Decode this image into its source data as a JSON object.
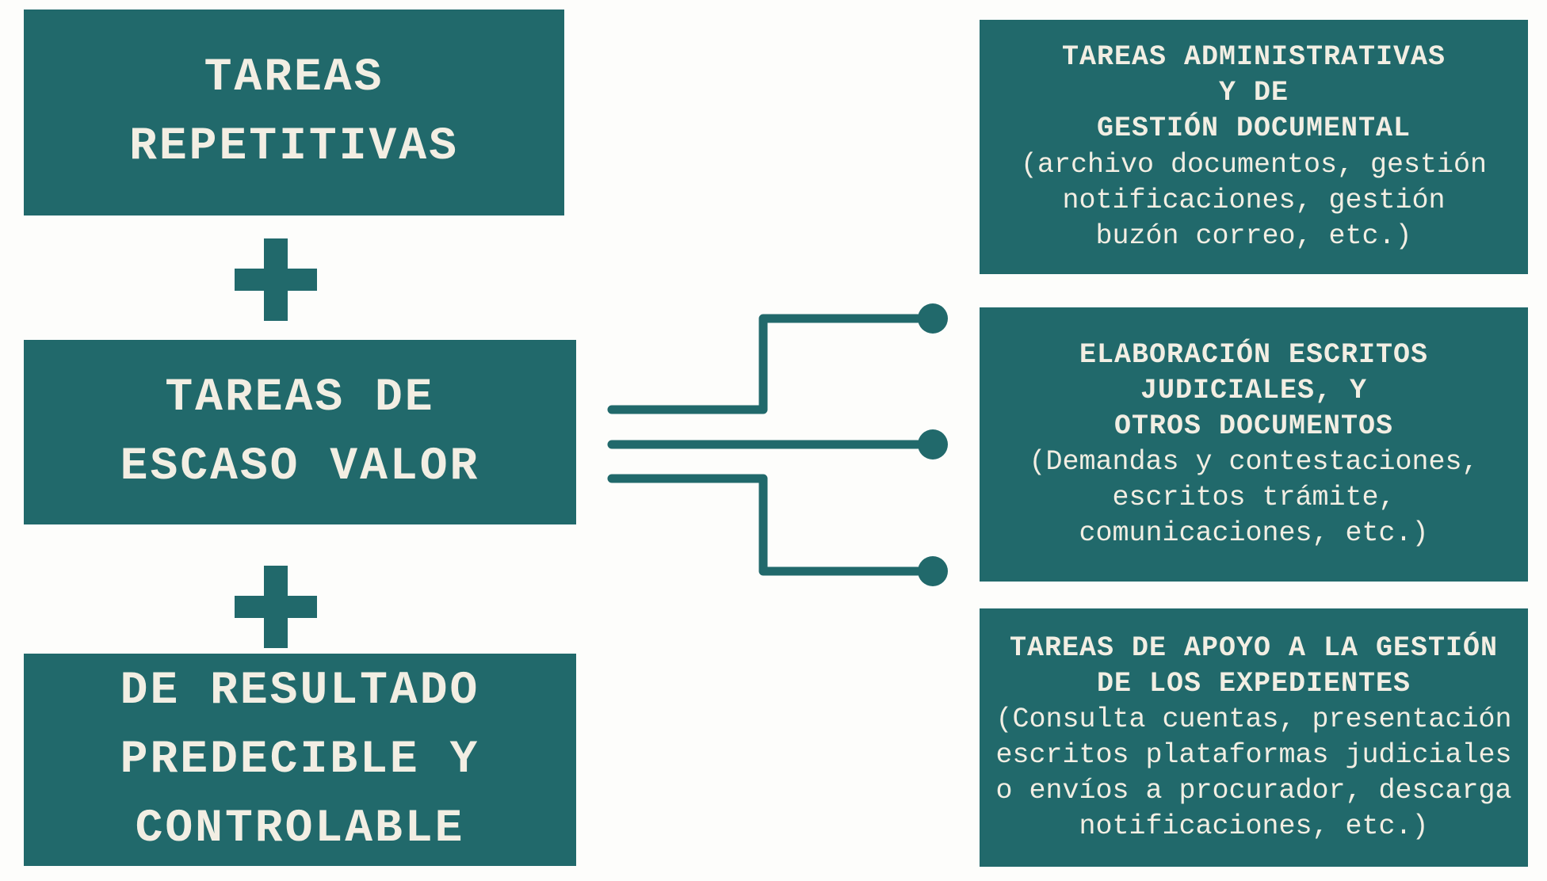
{
  "colors": {
    "teal": "#21696B",
    "cream": "#F2EEE3",
    "background": "#FDFDFB"
  },
  "left_column": {
    "plus_symbol": "+",
    "boxes": [
      {
        "lines": [
          "TAREAS",
          "REPETITIVAS"
        ]
      },
      {
        "lines": [
          "TAREAS DE",
          "ESCASO VALOR"
        ]
      },
      {
        "lines": [
          "DE RESULTADO",
          "PREDECIBLE Y",
          "CONTROLABLE"
        ]
      }
    ]
  },
  "right_column": {
    "boxes": [
      {
        "title_lines": [
          "TAREAS ADMINISTRATIVAS",
          "Y DE",
          "GESTIÓN DOCUMENTAL"
        ],
        "detail_lines": [
          "(archivo documentos, gestión",
          "notificaciones, gestión",
          "buzón correo, etc.)"
        ]
      },
      {
        "title_lines": [
          "ELABORACIÓN ESCRITOS",
          "JUDICIALES, Y",
          "OTROS DOCUMENTOS"
        ],
        "detail_lines": [
          "(Demandas y contestaciones,",
          "escritos trámite,",
          "comunicaciones, etc.)"
        ]
      },
      {
        "title_lines": [
          "TAREAS DE APOYO A LA GESTIÓN",
          "DE LOS EXPEDIENTES"
        ],
        "detail_lines": [
          "(Consulta cuentas, presentación",
          "escritos plataformas judiciales",
          "o envíos a procurador, descarga",
          "notificaciones, etc.)"
        ]
      }
    ]
  }
}
